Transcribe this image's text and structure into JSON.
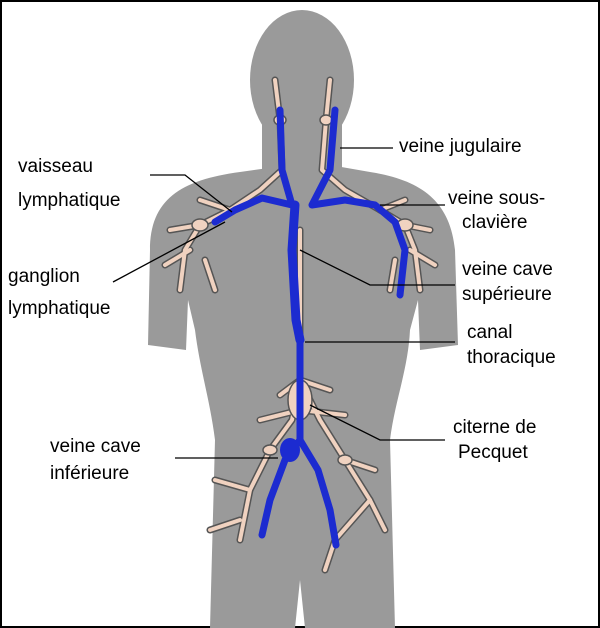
{
  "labels": {
    "veine_jugulaire": "veine jugulaire",
    "vaisseau_l1": "vaisseau",
    "vaisseau_l2": "lymphatique",
    "veine_sous_l1": "veine sous-",
    "veine_sous_l2": "clavière",
    "ganglion_l1": "ganglion",
    "ganglion_l2": "lymphatique",
    "veine_cave_sup_l1": "veine cave",
    "veine_cave_sup_l2": "supérieure",
    "canal_l1": "canal",
    "canal_l2": "thoracique",
    "citerne_l1": "citerne de",
    "citerne_l2": "Pecquet",
    "veine_cave_inf_l1": "veine cave",
    "veine_cave_inf_l2": "inférieure"
  },
  "colors": {
    "body": "#9a9a9a",
    "vein": "#1c2bd0",
    "lymph": "#f0d2c0",
    "lymph_outline": "#555555",
    "frame": "#000000"
  }
}
